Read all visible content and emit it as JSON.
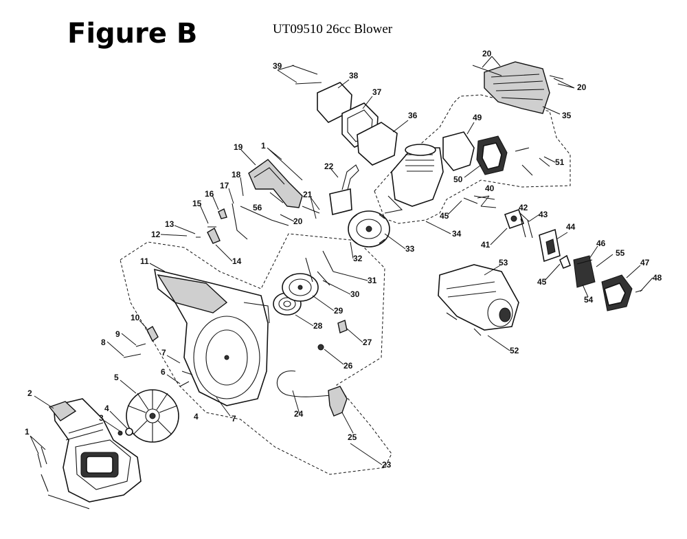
{
  "figure": {
    "title": "Figure B",
    "subtitle": "UT09510 26cc Blower"
  },
  "callouts": {
    "p1": "1",
    "p2": "2",
    "p3": "3",
    "p4": "4",
    "p5": "5",
    "p6": "6",
    "p7": "7",
    "p8": "8",
    "p9": "9",
    "p10": "10",
    "p11": "11",
    "p12": "12",
    "p13": "13",
    "p14": "14",
    "p15": "15",
    "p16": "16",
    "p17": "17",
    "p18": "18",
    "p19": "19",
    "p20": "20",
    "p21": "21",
    "p22": "22",
    "p23": "23",
    "p24": "24",
    "p25": "25",
    "p26": "26",
    "p27": "27",
    "p28": "28",
    "p29": "29",
    "p30": "30",
    "p31": "31",
    "p32": "32",
    "p33": "33",
    "p34": "34",
    "p35": "35",
    "p36": "36",
    "p37": "37",
    "p38": "38",
    "p39": "39",
    "p40": "40",
    "p41": "41",
    "p42": "42",
    "p43": "43",
    "p44": "44",
    "p45": "45",
    "p46": "46",
    "p47": "47",
    "p48": "48",
    "p49": "49",
    "p50": "50",
    "p51": "51",
    "p52": "52",
    "p53": "53",
    "p54": "54",
    "p55": "55",
    "p56": "56"
  }
}
